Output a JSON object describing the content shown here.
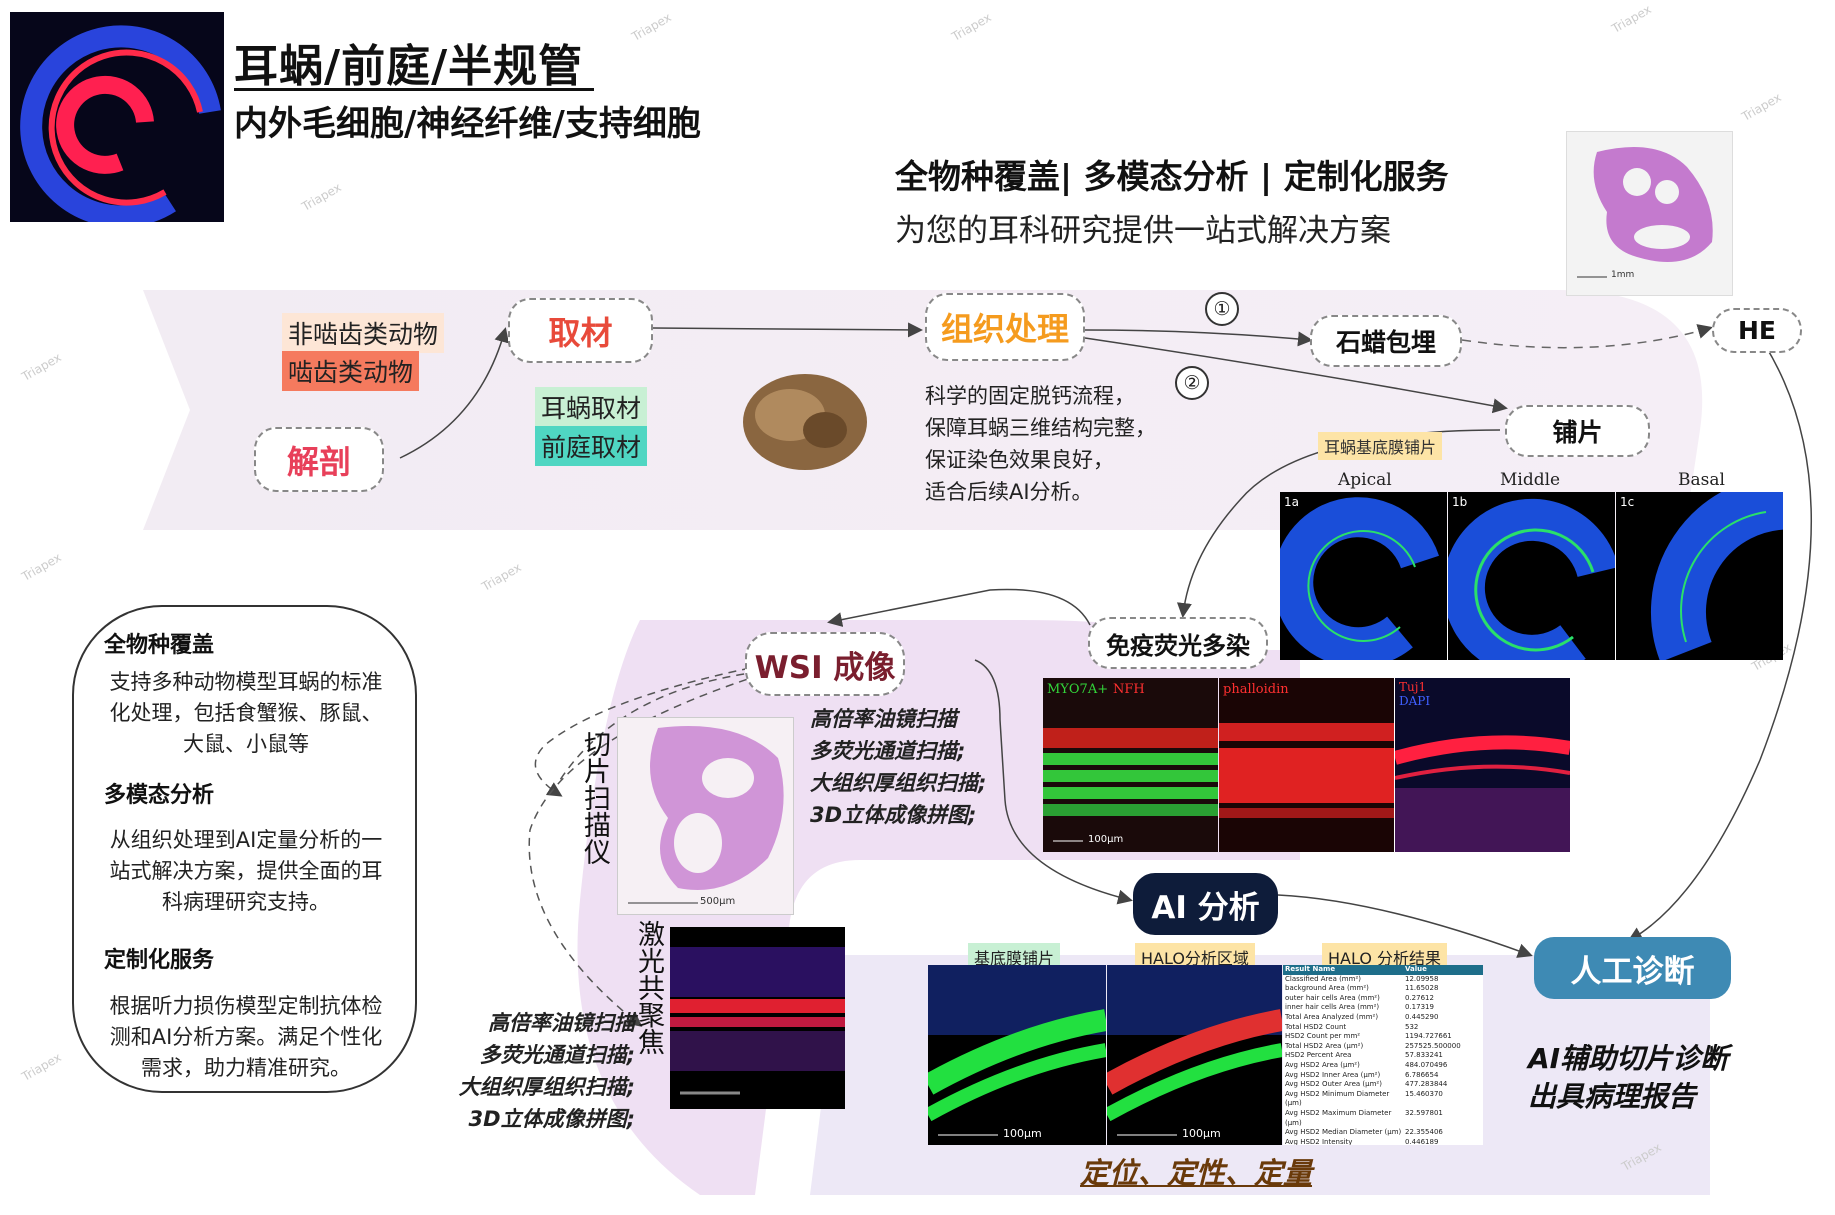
{
  "header": {
    "title": "耳蜗/前庭/半规管",
    "subtitle": "内外毛细胞/神经纤维/支持细胞",
    "slogan": "全物种覆盖| 多模态分析 | 定制化服务",
    "tagline": "为您的耳科研究提供一站式解决方案"
  },
  "watermark": "Triapex",
  "he_thumb_scale": "1mm",
  "flow": {
    "dissect": "解剖",
    "species_nonrodent": "非啮齿类动物",
    "species_rodent": "啮齿类动物",
    "sampling": "取材",
    "sampling_cochlea": "耳蜗取材",
    "sampling_vestibule": "前庭取材",
    "processing": "组织处理",
    "processing_desc": [
      "科学的固定脱钙流程，",
      "保障耳蜗三维结构完整，",
      "保证染色效果良好，",
      "适合后续AI分析。"
    ],
    "route1": "①",
    "route2": "②",
    "paraffin": "石蜡包埋",
    "he": "HE",
    "wholemount": "铺片",
    "wholemount_caption": "耳蜗基底膜铺片",
    "turns": {
      "apical": "Apical",
      "middle": "Middle",
      "basal": "Basal"
    },
    "panel_tags": [
      "1a",
      "1b",
      "1c"
    ],
    "if_multi": "免疫荧光多染",
    "if_labels": {
      "p1a": "MYO7A+",
      "p1b": "NFH",
      "p2": "phalloidin",
      "p3a": "Tuj1",
      "p3b": "DAPI"
    },
    "if_scale": "100μm",
    "wsi": "WSI 成像",
    "scanner": "切片扫描仪",
    "confocal": "激光共聚焦",
    "scan_desc_top": [
      "高倍率油镜扫描",
      "多荧光通道扫描;",
      "大组织厚组织扫描;",
      "3D立体成像拼图;"
    ],
    "scan_desc_bottom": [
      "高倍率油镜扫描",
      "多荧光通道扫描;",
      "大组织厚组织扫描;",
      "3D立体成像拼图;"
    ],
    "he_slice_scale": "500μm",
    "ai": "AI 分析",
    "ai_panels": {
      "wholemount": "基底膜铺片",
      "region": "HALO分析区域",
      "result": "HALO 分析结果"
    },
    "ai_scale": "100μm",
    "ai_footer": "定位、定性、定量",
    "manual": "人工诊断",
    "manual_desc": [
      "AI辅助切片诊断",
      "出具病理报告"
    ]
  },
  "halo_table": {
    "headers": [
      "Result Name",
      "Value"
    ],
    "rows": [
      [
        "Classified Area (mm²)",
        "12.09958"
      ],
      [
        "background Area (mm²)",
        "11.65028"
      ],
      [
        "outer hair cells Area (mm²)",
        "0.27612"
      ],
      [
        "inner hair cells Area (mm²)",
        "0.17319"
      ],
      [
        "Total Area Analyzed (mm²)",
        "0.445290"
      ],
      [
        "Total HSD2 Count",
        "532"
      ],
      [
        "HSD2 Count per mm²",
        "1194.727661"
      ],
      [
        "Total HSD2 Area (μm²)",
        "257525.500000"
      ],
      [
        "HSD2 Percent Area",
        "57.833241"
      ],
      [
        "Avg HSD2 Area (μm²)",
        "484.070496"
      ],
      [
        "Avg HSD2 Inner Area (μm²)",
        "6.786654"
      ],
      [
        "Avg HSD2 Outer Area (μm²)",
        "477.283844"
      ],
      [
        "Avg HSD2 Minimum Diameter (μm)",
        "15.460370"
      ],
      [
        "Avg HSD2 Maximum Diameter (μm)",
        "32.597801"
      ],
      [
        "Avg HSD2 Median Diameter (μm)",
        "22.355406"
      ],
      [
        "Avg HSD2 Intensity",
        "0.446189"
      ]
    ]
  },
  "sidebar": {
    "s1_title": "全物种覆盖",
    "s1_text": [
      "支持多种动物模型耳蜗的标准",
      "化处理，包括食蟹猴、豚鼠、",
      "大鼠、小鼠等"
    ],
    "s2_title": "多模态分析",
    "s2_text": [
      "从组织处理到AI定量分析的一",
      "站式解决方案，提供全面的耳",
      "科病理研究支持。"
    ],
    "s3_title": "定制化服务",
    "s3_text": [
      "根据听力损伤模型定制抗体检",
      "测和AI分析方案。满足个性化",
      "需求，助力精准研究。"
    ]
  },
  "colors": {
    "dissect": "#e8405a",
    "sampling": "#e84a3a",
    "processing": "#f59b1e",
    "wsi": "#7a1e2e",
    "ai_bg": "#0e1c3a",
    "manual_bg": "#3e8ab4",
    "rodent_hl": "#f57a5e",
    "nonrodent_hl": "#fde6d6",
    "cochlea_hl": "#c8f0d4",
    "vestibule_hl": "#4fd6c2"
  }
}
